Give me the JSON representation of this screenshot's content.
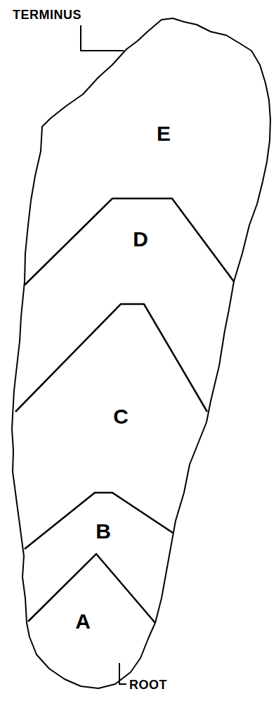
{
  "diagram": {
    "labels": [
      "TERMINUS",
      "E",
      "D",
      "C",
      "B",
      "A",
      "ROOT"
    ]
  }
}
